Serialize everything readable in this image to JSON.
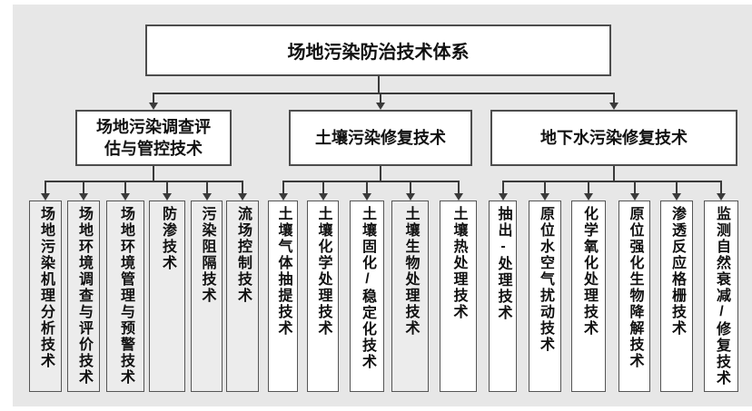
{
  "tree": {
    "root": "场地污染防治技术体系",
    "groups": [
      {
        "label": "场地污染调查评估与管控技术",
        "leaves": [
          "场地污染机理分析技术",
          "场地环境调查与评价技术",
          "场地环境管理与预警技术",
          "防渗技术",
          "污染阻隔技术",
          "流场控制技术"
        ]
      },
      {
        "label": "土壤污染修复技术",
        "leaves": [
          "土壤气体抽提技术",
          "土壤化学处理技术",
          "土壤固化/稳定化技术",
          "土壤生物处理技术",
          "土壤热处理技术"
        ]
      },
      {
        "label": "地下水污染修复技术",
        "leaves": [
          "抽出-处理技术",
          "原位水空气扰动技术",
          "化学氧化处理技术",
          "原位强化生物降解技术",
          "渗透反应格栅技术",
          "监测自然衰减/修复技术"
        ]
      }
    ]
  },
  "colors": {
    "background": "#e7e7e7",
    "box_fill": "#ffffff",
    "box_fill_shaded": "#ececec",
    "border": "#4d4d4d",
    "connector": "#3a3a3a",
    "text": "#111111"
  }
}
